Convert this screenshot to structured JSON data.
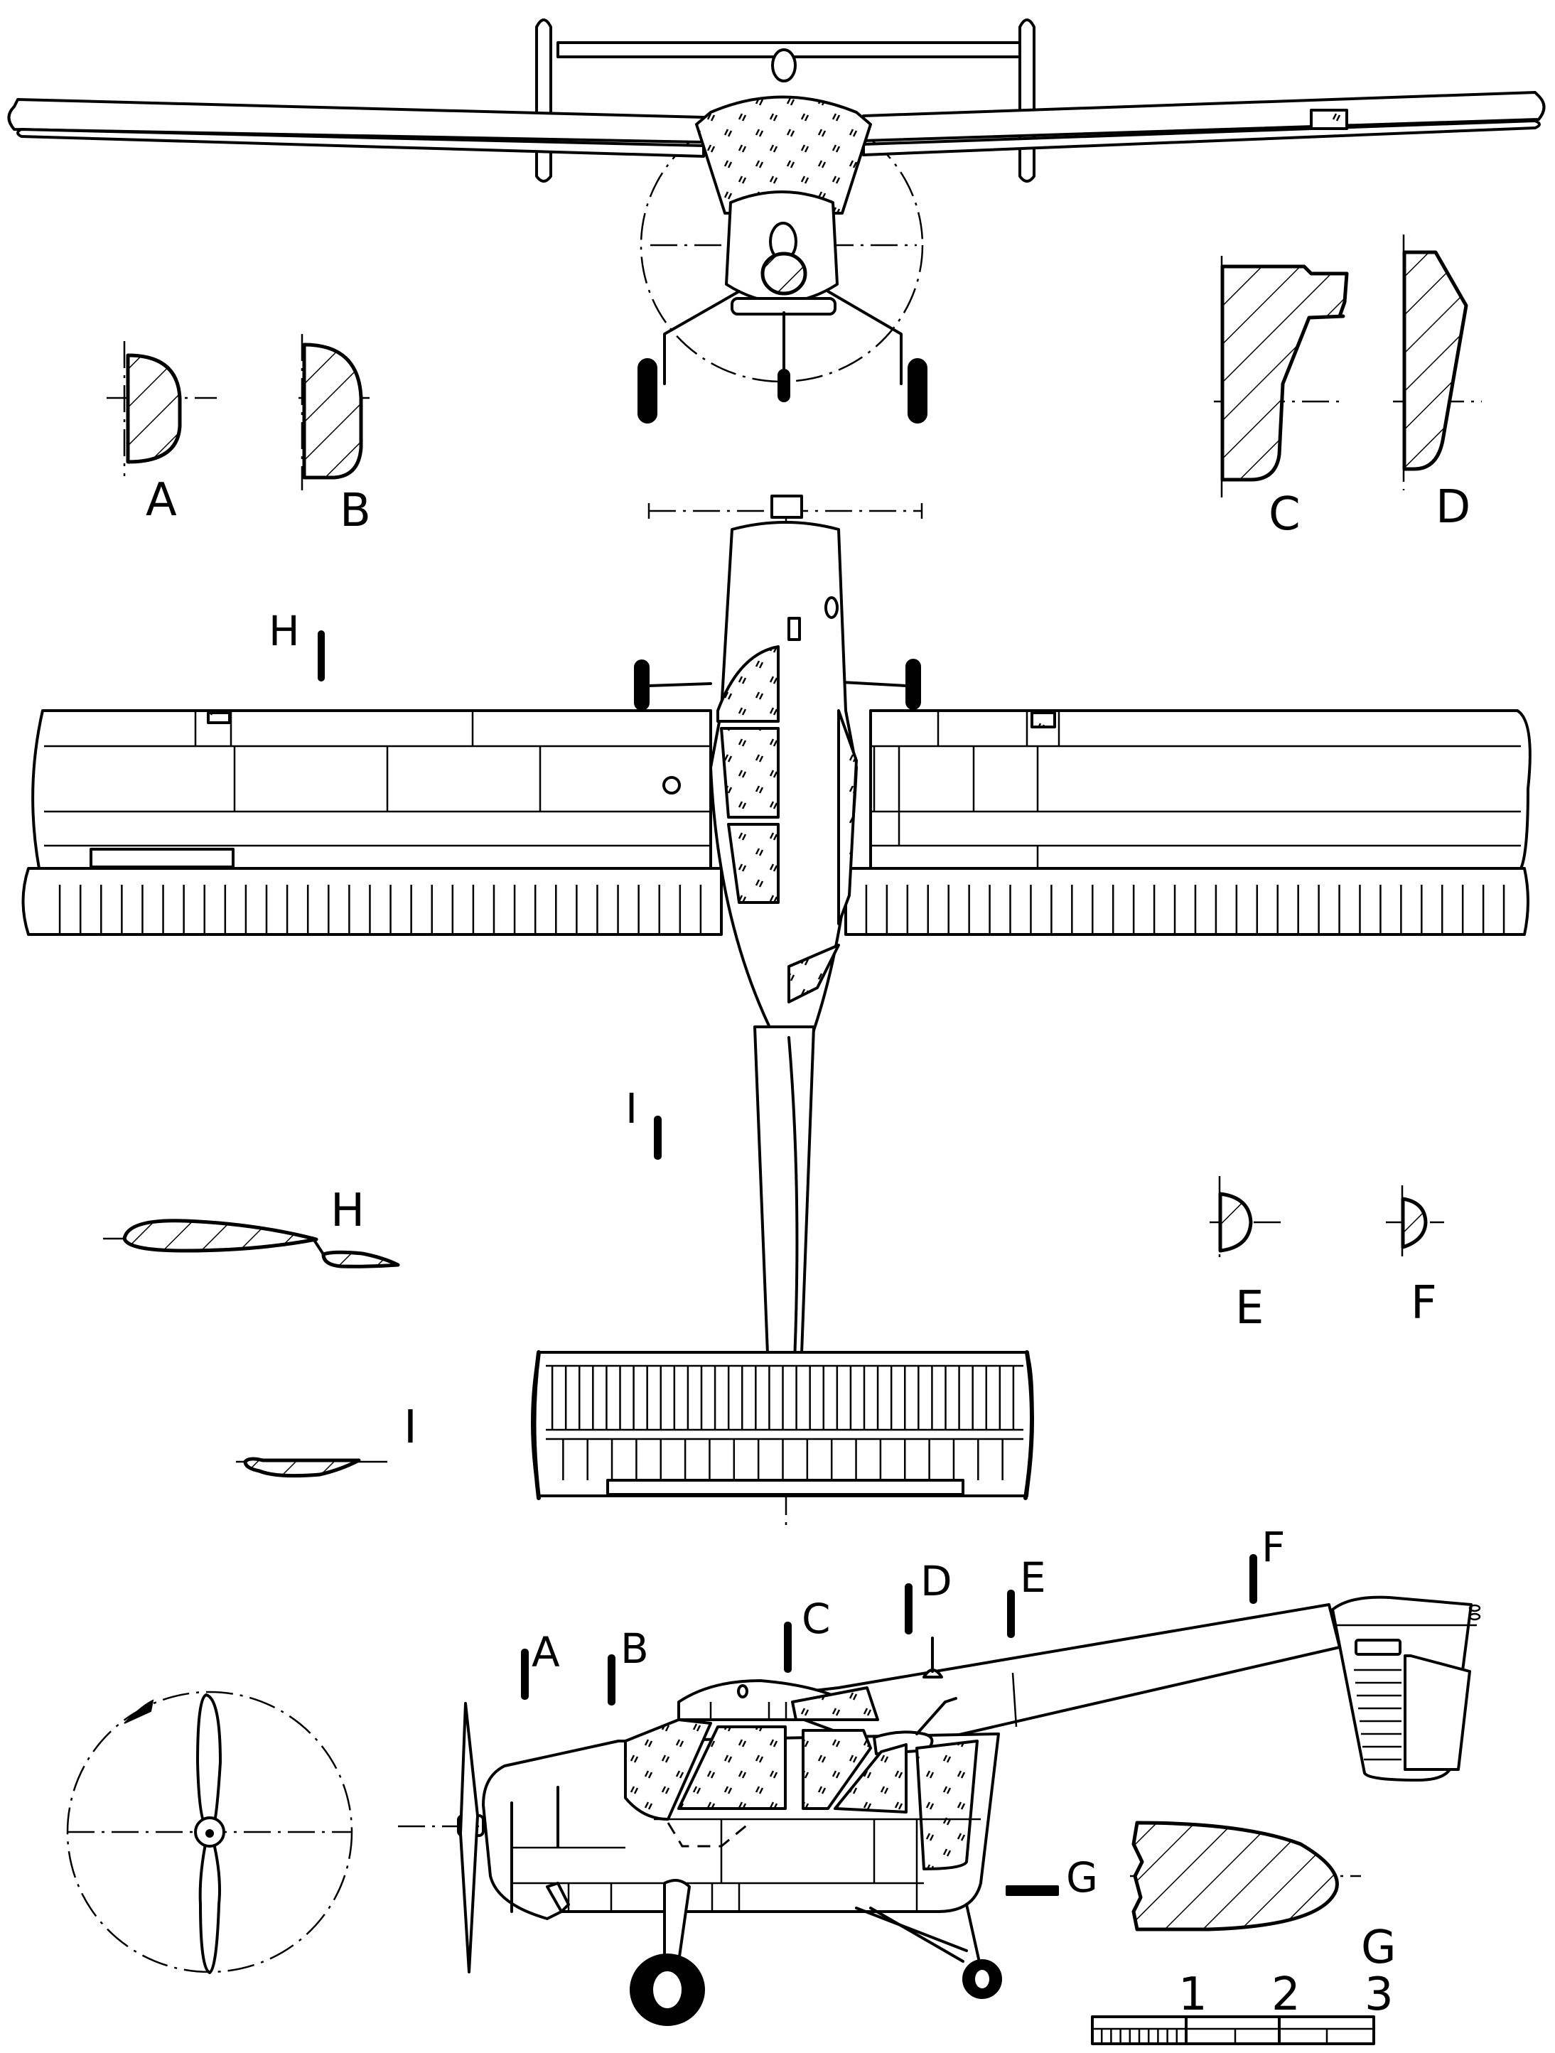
{
  "drawing": {
    "views": [
      "front-view",
      "top-view",
      "side-view"
    ],
    "section_labels": {
      "A": "A",
      "B": "B",
      "C": "C",
      "D": "D",
      "E": "E",
      "F": "F",
      "G": "G",
      "H": "H",
      "I": "I"
    },
    "cut_markers": {
      "H": "H",
      "I": "I",
      "A": "A",
      "B": "B",
      "C": "C",
      "D": "D",
      "E": "E",
      "F": "F",
      "G": "G"
    },
    "scale_bar": {
      "ticks": [
        "1",
        "2",
        "3"
      ],
      "major_divisions": 3,
      "minor_divisions_first": 10
    }
  }
}
